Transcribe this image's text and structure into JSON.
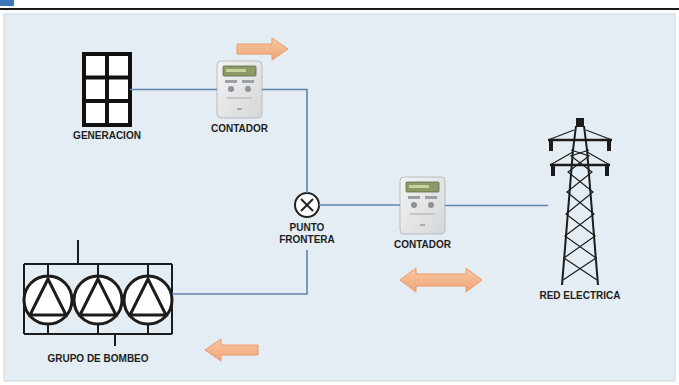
{
  "diagram": {
    "nodes": [
      {
        "text": [
          "GENERACION"
        ]
      },
      {
        "text": [
          "CONTADOR"
        ]
      },
      {
        "text": [
          "PUNTO FRONTERA"
        ]
      },
      {
        "text": [
          "CONTADOR"
        ]
      },
      {
        "text": [
          "RED ELECTRICA"
        ]
      },
      {
        "text": [
          "GRUPO DE BOMBEO"
        ]
      }
    ],
    "edges": [
      {
        "from": 0,
        "to": 1,
        "arrow": "none"
      },
      {
        "from": 1,
        "to": 2,
        "arrow": "none"
      },
      {
        "from": 2,
        "to": 3,
        "arrow": "none"
      },
      {
        "from": 3,
        "to": 4,
        "arrow": "none"
      },
      {
        "from": 2,
        "to": 5,
        "arrow": "none"
      }
    ]
  }
}
